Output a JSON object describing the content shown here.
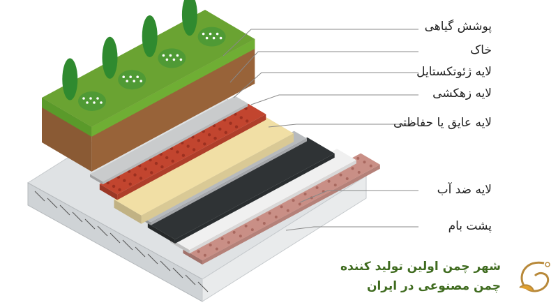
{
  "labels": [
    {
      "text": "پوشش گیاهی"
    },
    {
      "text": "خاک"
    },
    {
      "text": "لایه ژئوتکستایل"
    },
    {
      "text": "لایه زهکشی"
    },
    {
      "text": "لایه عایق یا حفاظتی"
    },
    {
      "text": "لایه ضد آب"
    },
    {
      "text": "پشت بام"
    }
  ],
  "watermark": {
    "line1": "شهر چمن اولین تولید کننده",
    "line2": "چمن مصنوعی در ایران",
    "logo": "shahr-chaman-logo"
  },
  "colors": {
    "grass": "#6aa332",
    "soil": "#8a5a34",
    "geotextile": "#c9cbcc",
    "drainage": "#c2452f",
    "insulation": "#f1dfa5",
    "separator": "#b7babd",
    "waterproof": "#2f3335",
    "membrane": "#f0f0f0",
    "gravel": "#c98f86",
    "concrete": "#dfe2e4",
    "tree": "#2f8a2f",
    "brand_text": "#3f6b1f"
  }
}
